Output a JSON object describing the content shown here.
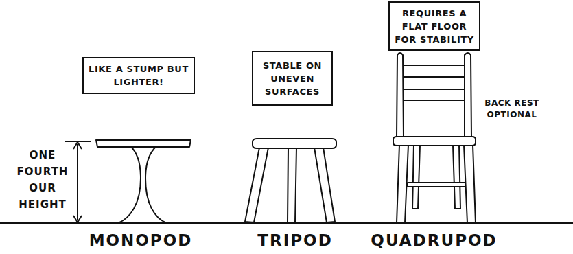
{
  "diagram": {
    "nodes": [
      {
        "text": [
          "LIKE A STUMP BUT LIGHTER!"
        ]
      },
      {
        "text": [
          "STABLE ON UNEVEN SURFACES"
        ]
      },
      {
        "text": [
          "REQUIRES A FLAT FLOOR FOR STABILITY"
        ]
      }
    ],
    "labels": [
      "ONE FOURTH OUR HEIGHT",
      "BACK REST OPTIONAL",
      "MONOPOD",
      "TRIPOD",
      "QUADRUPOD"
    ]
  }
}
